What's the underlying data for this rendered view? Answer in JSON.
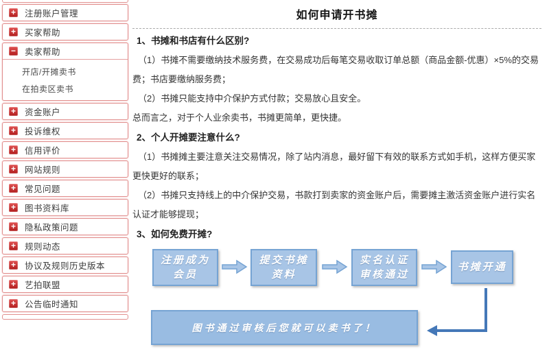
{
  "sidebar": {
    "plus_glyph": "+",
    "minus_glyph": "−",
    "items": [
      {
        "label": "注册账户管理",
        "state": "collapsed"
      },
      {
        "label": "买家帮助",
        "state": "collapsed"
      },
      {
        "label": "卖家帮助",
        "state": "expanded",
        "children": [
          "开店/开摊卖书",
          "在拍卖区卖书"
        ]
      },
      {
        "label": "资金账户",
        "state": "collapsed"
      },
      {
        "label": "投诉维权",
        "state": "collapsed"
      },
      {
        "label": "信用评价",
        "state": "collapsed"
      },
      {
        "label": "网站规则",
        "state": "collapsed"
      },
      {
        "label": "常见问题",
        "state": "collapsed"
      },
      {
        "label": "图书资料库",
        "state": "collapsed"
      },
      {
        "label": "隐私政策问题",
        "state": "collapsed"
      },
      {
        "label": "规则动态",
        "state": "collapsed"
      },
      {
        "label": "协议及规则历史版本",
        "state": "collapsed"
      },
      {
        "label": "艺拍联盟",
        "state": "collapsed"
      },
      {
        "label": "公告临时通知",
        "state": "collapsed"
      }
    ]
  },
  "main": {
    "title": "如何申请开书摊",
    "sections": [
      {
        "heading": "1、书摊和书店有什么区别?",
        "paragraphs": [
          "（1）书摊不需要缴纳技术服务费，在交易成功后每笔交易收取订单总额（商品金额-优惠）×5%的交易费；书店要缴纳服务费；",
          "（2）书摊只能支持中介保护方式付款；交易放心且安全。",
          "总而言之，对于个人业余卖书，书摊更简单，更快捷。"
        ]
      },
      {
        "heading": "2、个人开摊要注意什么?",
        "paragraphs": [
          "（1）书摊摊主要注意关注交易情况，除了站内消息，最好留下有效的联系方式如手机，这样方便买家更快更好的联系；",
          "（2）书摊只支持线上的中介保护交易，书款打到卖家的资金账户后，需要摊主激活资金账户进行实名认证才能够提现；"
        ]
      },
      {
        "heading": "3、如何免费开摊?",
        "paragraphs": []
      }
    ],
    "flow": {
      "steps": [
        [
          "注册成为",
          "会员"
        ],
        [
          "提交书摊",
          "资料"
        ],
        [
          "实名认证",
          "审核通过"
        ],
        [
          "书摊开通"
        ]
      ],
      "result": "图书通过审核后您就可以卖书了！"
    }
  },
  "colors": {
    "sidebar_border": "#e18f8e",
    "toggle_red": "#b11d1d",
    "flow_box_fill": "#a8c5e6",
    "flow_box_border": "#75a3d3",
    "flow_result_fill": "#99bce2",
    "elbow_arrow_blue": "#4478b8",
    "body_text": "#333333"
  }
}
